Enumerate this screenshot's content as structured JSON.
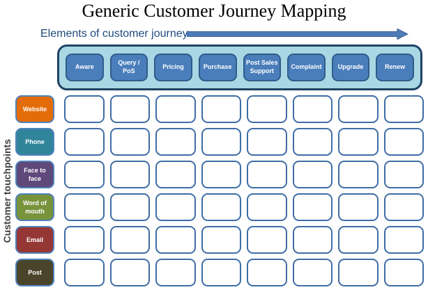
{
  "title": "Generic Customer Journey Mapping",
  "journey_axis": {
    "label": "Elements of customer journey"
  },
  "stages": [
    "Aware",
    "Query / PoS",
    "Pricing",
    "Purchase",
    "Post Sales Support",
    "Complaint",
    "Upgrade",
    "Renew"
  ],
  "touchpoint_axis": {
    "label": "Customer touchpoints"
  },
  "touchpoints": [
    {
      "label": "Website",
      "color": "#E36C09"
    },
    {
      "label": "Phone",
      "color": "#31859B"
    },
    {
      "label": "Face to face",
      "color": "#5F497A"
    },
    {
      "label": "Word of mouth",
      "color": "#77933C"
    },
    {
      "label": "Email",
      "color": "#953735"
    },
    {
      "label": "Post",
      "color": "#4A452A"
    }
  ],
  "grid": {
    "rows": 6,
    "columns": 8
  },
  "colors": {
    "title_color": "#000000",
    "journey_label_color": "#1F497D",
    "arrow_fill": "#4E7CB8",
    "arrow_stroke": "#365F92",
    "band_fill": "#A9D7E3",
    "band_border": "#1F4364",
    "stage_fill": "#4A7EBB",
    "stage_border": "#2E5C8A",
    "cell_fill": "#FFFFFF",
    "cell_border": "#3E6DA5",
    "touchpoint_border": "#4F81BD",
    "touchpoint_axis_color": "#3F3F3F"
  }
}
